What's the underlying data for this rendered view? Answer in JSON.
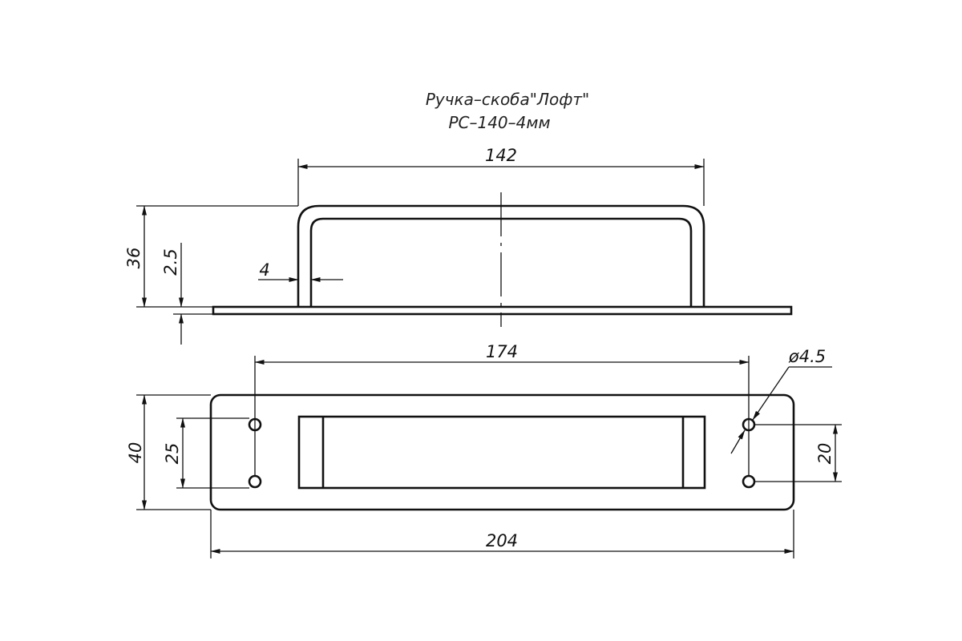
{
  "title": {
    "line1": "Ручка–скоба\"Лофт\"",
    "line2": "РС–140–4мм"
  },
  "dimensions": {
    "handle_span": "142",
    "height_total": "36",
    "plate_thickness": "2.5",
    "rod_diameter": "4",
    "hole_spacing_long": "174",
    "hole_diameter": "ø4.5",
    "plate_width": "40",
    "hole_spacing_left": "25",
    "hole_spacing_right": "20",
    "plate_length": "204"
  },
  "colors": {
    "line": "#111111",
    "background": "#ffffff"
  }
}
